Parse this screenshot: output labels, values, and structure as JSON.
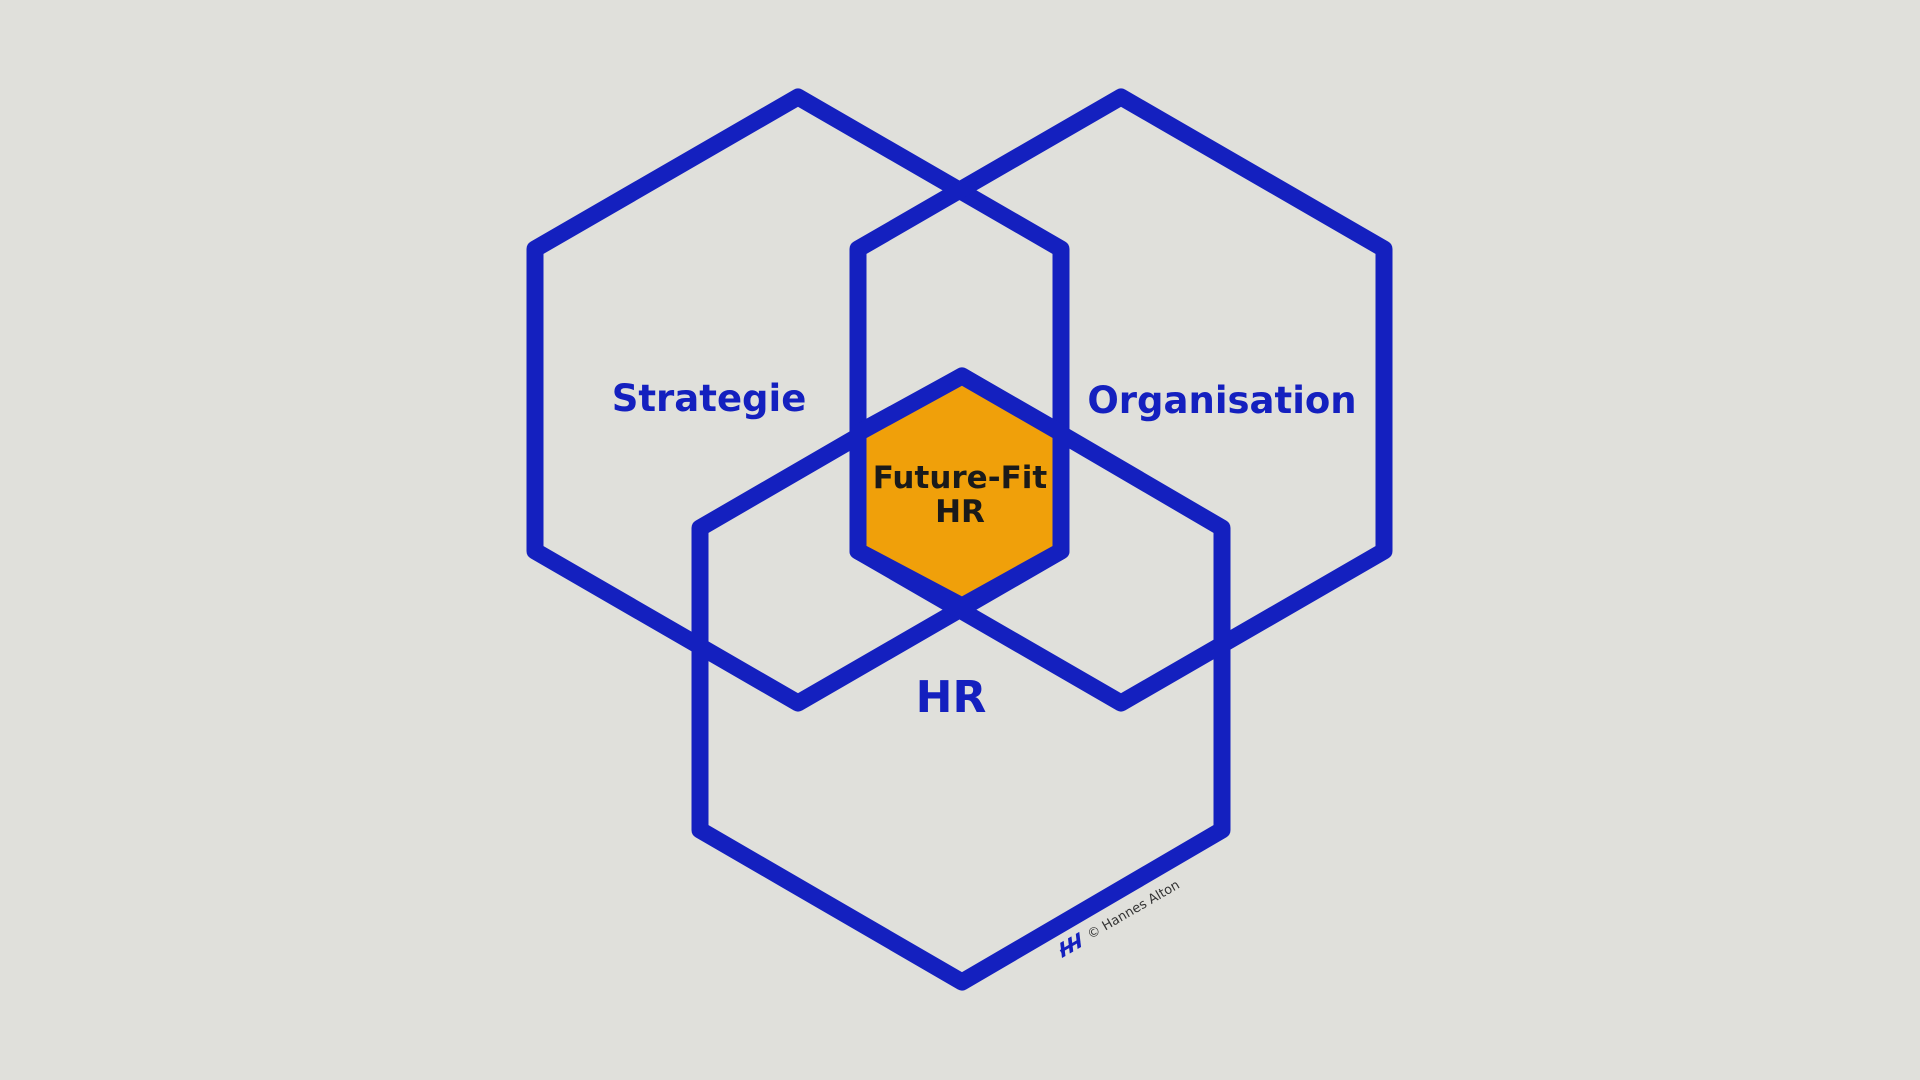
{
  "diagram": {
    "labels": {
      "strategy": "Strategie",
      "organisation": "Organisation",
      "hr": "HR",
      "center_line1": "Future-Fit",
      "center_line2": "HR"
    },
    "credit": "© Hannes Alton",
    "colors": {
      "background": "#e0e0db",
      "stroke": "#1420bf",
      "center_fill": "#f0a00a",
      "center_text": "#1a1a1a"
    }
  }
}
